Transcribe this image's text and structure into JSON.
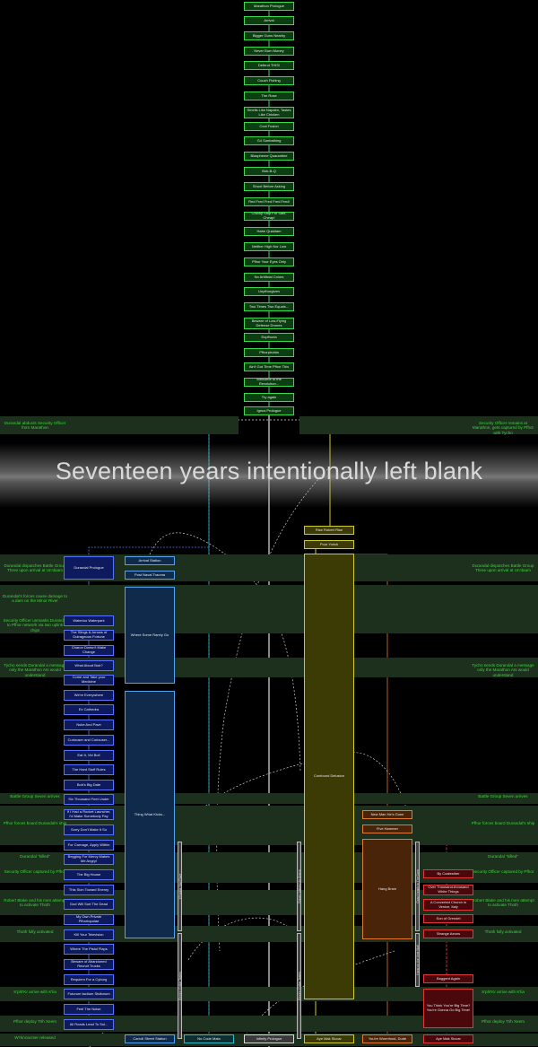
{
  "header_chain": [
    "Marathon Prologue",
    "Arrival",
    "Bigger Guns Nearby",
    "Never Burn Money",
    "Defend THIS!",
    "Couch Fishing",
    "The Rose",
    "Smells Like Napalm, Tastes Like Chicken",
    "Cool Fusion",
    "G4 Sunbathing",
    "Blaspheme Quarantine",
    "Bob-B-Q",
    "Shoot Before Asking",
    "Red Fred Fred Fred Fred!",
    "Colony Ship For Sale, Cheap!",
    "Habe Qualdam",
    "Neither High Nor Low",
    "Pfhor Your Eyes Only",
    "No Artificial Colors",
    "Unpfhorgiven",
    "Two Times Two Equals...",
    "Beware of Low-Flying Defense Drones",
    "Eupfhoria",
    "Pfhorphobia",
    "Ain't Got Time Pfhor This",
    "Welcome to the Revolution...",
    "Try again",
    "Ignus Prologue"
  ],
  "blank_text": "Seventeen years intentionally left blank",
  "band_rows": [
    {
      "left": "Durandal abducts Security Officer from Marathon",
      "right": "Security Officer remains at Marathon, gets captured by Pfhor with Tycho"
    },
    {
      "left": "Durandal dispatches Battle Group Three upon arrival at Un'daam",
      "right": "Durandal dispatches Battle Group Three upon arrival at Un'daam"
    },
    {
      "left": "Durandal's forces cause damage to a dam on the Minor River",
      "right": ""
    },
    {
      "left": "Security Officer unmasks Durandal to Pfhor network via two uplink chips",
      "right": ""
    },
    {
      "left": "Tycho sends Durandal a message only the Marathon AIs would understand",
      "right": "Tycho sends Durandal a message only the Marathon AIs would understand"
    },
    {
      "left": "Battle Group Seven arrives",
      "right": "Battle Group Seven arrives"
    },
    {
      "left": "Pfhor forces board Durandal's ship",
      "right": "Pfhor forces board Durandal's ship"
    },
    {
      "left": "Durandal \"killed\"",
      "right": "Durandal \"killed\""
    },
    {
      "left": "Security Officer captured by Pfhor",
      "right": "Security Officer captured by Pfhor"
    },
    {
      "left": "Robert Blake and his men attempt to activate Thoth",
      "right": "Robert Blake and his men attempt to activate Thoth"
    },
    {
      "left": "Thoth fully activated",
      "right": "Thoth fully activated"
    },
    {
      "left": "S'pht'Kr arrive with K'lia",
      "right": "S'pht'Kr arrive with K'lia"
    },
    {
      "left": "Pfhor deploy Trih Xeem",
      "right": "Pfhor deploy Trih Xeem"
    },
    {
      "left": "W'rkncacnter released",
      "right": ""
    }
  ],
  "left_nodes": [
    "Durandal Prologue",
    "Waterloo Waterpark",
    "The Slings & Arrows of Outrageous Fortune",
    "Charon Doesn't Make Change",
    "What About Bob?",
    "Come and Take your Medicine",
    "We're Everywhere",
    "Ex Cathedra",
    "Nuke And Pave",
    "Curiouser and Curiouser...",
    "Eat It, Vid Boi!",
    "The Hard Stuff Rules",
    "Bob's Big Date",
    "Six Thousand Feet Under",
    "If I Had a Rocket Launcher, I'd Make Somebody Pay",
    "Sorry Don't Make It So",
    "For Carnage, Apply Within",
    "Begging For Mercy Makes Me Angry!",
    "The Big House",
    "This Sion Toward Enemy",
    "God Will Sort The Dead",
    "My Own Private Pfhortopolae",
    "Kill Your Television",
    "Where The Pistol Flaps",
    "Beware of Abandoned Recruit Trucks",
    "Requiem For a Cyborg",
    "Futurum tacitum Stultorum",
    "Feel The Noise",
    "All Roads Lead To Sol..."
  ],
  "mid_nodes": [
    "Arrival Station",
    "Post Naval Trauma"
  ],
  "sky_blocks": [
    "Where Some Rarely Go",
    "Thing What Kicks..."
  ],
  "yellow_nodes": [
    "Rise Robert Rise",
    "Poor Yorick",
    "Confound Delusion"
  ],
  "brown_nodes": [
    "New Man He's Gone",
    "Five Hammer",
    "Hang Brain"
  ],
  "red_nodes": [
    "By Coalesther",
    "Over Thousand-thousand White Things",
    "A Converted Church in Venice, Italy",
    "Son of Grendel",
    "Strange Aeons",
    "Baggent Again",
    "You Think You're Big Time? You're Gonna Go Big Time!"
  ],
  "vertical_labels": [
    "Whadda Yaw Rave",
    "Electric Guitar Tastes",
    "Robert Wakes Up Grainy",
    "Electric Guitar Tastes",
    "Gasp Heads to The Dam",
    "Hang on the Vote Mall"
  ],
  "bottom_nodes": [
    "Carroll Street Station",
    "No Code Mato",
    "Infinity Prologue",
    "Aye Mak Siccar",
    "You're Wormfood, Dude",
    "Aye Mak Siccar"
  ],
  "colors": {
    "green": "#3ad84a",
    "blue": "#5872ff",
    "sky": "#53a4f0",
    "yellow": "#cfc92a",
    "brown": "#e07a2c",
    "red": "#e03838",
    "teal": "#2fb8c8",
    "grey": "#d8d8d8",
    "band": "#1d2f1d",
    "band_text": "#38d838"
  }
}
